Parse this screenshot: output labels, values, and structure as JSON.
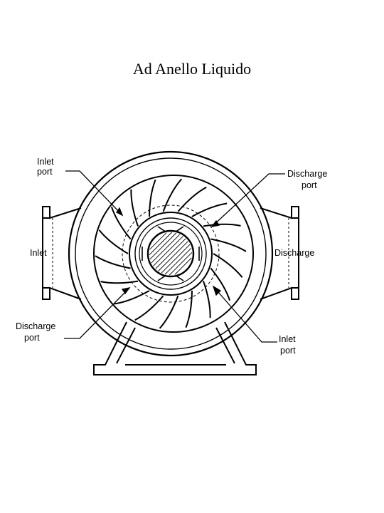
{
  "title": "Ad Anello Liquido",
  "labels": {
    "inlet_port_top_1": "Inlet",
    "inlet_port_top_2": "port",
    "discharge_port_top_1": "Discharge",
    "discharge_port_top_2": "port",
    "inlet": "Inlet",
    "discharge": "Discharge",
    "discharge_port_bottom_1": "Discharge",
    "discharge_port_bottom_2": "port",
    "inlet_port_bottom_1": "Inlet",
    "inlet_port_bottom_2": "port"
  },
  "diagram": {
    "blade_count": 18
  }
}
